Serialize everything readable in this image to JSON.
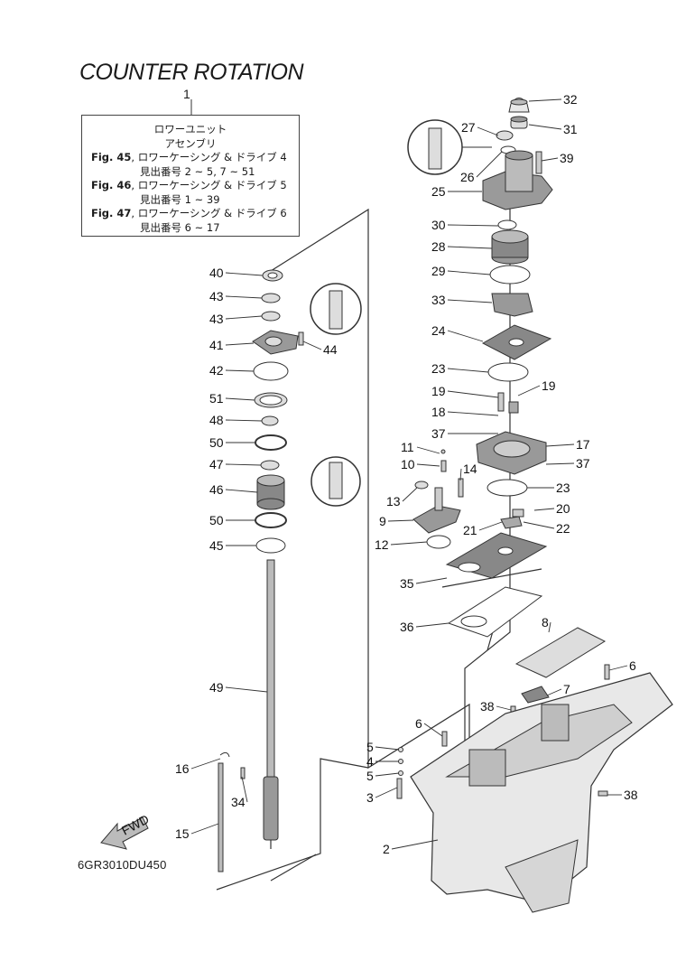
{
  "title": "COUNTER ROTATION",
  "ref_number": "1",
  "ref_box": {
    "line1": "ロワーユニット",
    "line2": "アセンブリ",
    "fig45": "Fig. 45",
    "fig45_desc": ", ロワーケーシング & ドライブ 4",
    "fig45_sub": "見出番号 2 ~ 5, 7 ~ 51",
    "fig46": "Fig. 46",
    "fig46_desc": ", ロワーケーシング & ドライブ 5",
    "fig46_sub": "見出番号 1 ~ 39",
    "fig47": "Fig. 47",
    "fig47_desc": ", ロワーケーシング & ドライブ 6",
    "fig47_sub": "見出番号 6 ~ 17"
  },
  "diagram_code": "6GR3010DU450",
  "fwd_label": "FWD",
  "callouts": [
    "32",
    "31",
    "27",
    "26",
    "39",
    "25",
    "30",
    "28",
    "29",
    "33",
    "24",
    "23",
    "19",
    "19",
    "18",
    "17",
    "37",
    "37",
    "11",
    "10",
    "14",
    "13",
    "9",
    "23",
    "20",
    "22",
    "21",
    "12",
    "35",
    "36",
    "8",
    "6",
    "7",
    "38",
    "6",
    "5",
    "4",
    "5",
    "3",
    "38",
    "2",
    "40",
    "43",
    "43",
    "41",
    "44",
    "42",
    "51",
    "48",
    "50",
    "47",
    "46",
    "50",
    "45",
    "49",
    "16",
    "34",
    "15"
  ],
  "colors": {
    "line": "#333333",
    "part_fill": "#e8e8e8",
    "part_dark": "#9a9a9a"
  }
}
